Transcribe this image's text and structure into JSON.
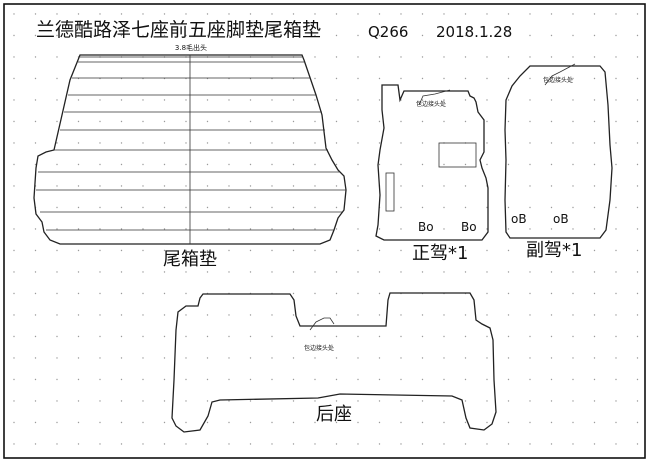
{
  "header": {
    "title": "兰德酷路泽七座前五座脚垫尾箱垫",
    "code": "Q266",
    "date": "2018.1.28"
  },
  "trunk_mat": {
    "label": "尾箱垫",
    "top_note": "3.8毛出头"
  },
  "driver_mat": {
    "label": "正驾*1",
    "note": "包边接头处",
    "markers": [
      "Bo",
      "Bo"
    ]
  },
  "passenger_mat": {
    "label": "副驾*1",
    "note": "包边接头处",
    "markers": [
      "oB",
      "oB"
    ]
  },
  "rear_mat": {
    "label": "后座",
    "note": "包边接头处"
  },
  "colors": {
    "line": "#222222",
    "grid_dot": "#9a9a9a",
    "background": "#ffffff"
  }
}
